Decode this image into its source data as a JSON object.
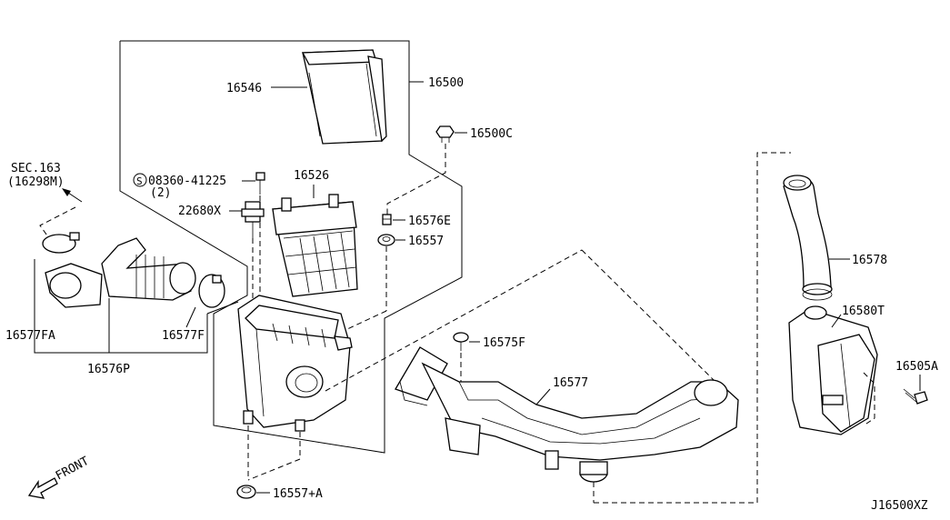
{
  "labels": {
    "p16546": "16546",
    "p16500": "16500",
    "p16500c": "16500C",
    "sec1": "SEC.163",
    "sec2": "(16298M)",
    "s_code": "08360-41225",
    "s_qty": "(2)",
    "s_symbol": "S",
    "p16526": "16526",
    "p22680x": "22680X",
    "p16576e": "16576E",
    "p16557": "16557",
    "p16578": "16578",
    "p16580t": "16580T",
    "p16575f": "16575F",
    "p16577fa": "16577FA",
    "p16577f": "16577F",
    "p16576p": "16576P",
    "p16577": "16577",
    "p16505a": "16505A",
    "front": "FRONT",
    "p16557a": "16557+A",
    "drawing_id": "J16500XZ"
  }
}
